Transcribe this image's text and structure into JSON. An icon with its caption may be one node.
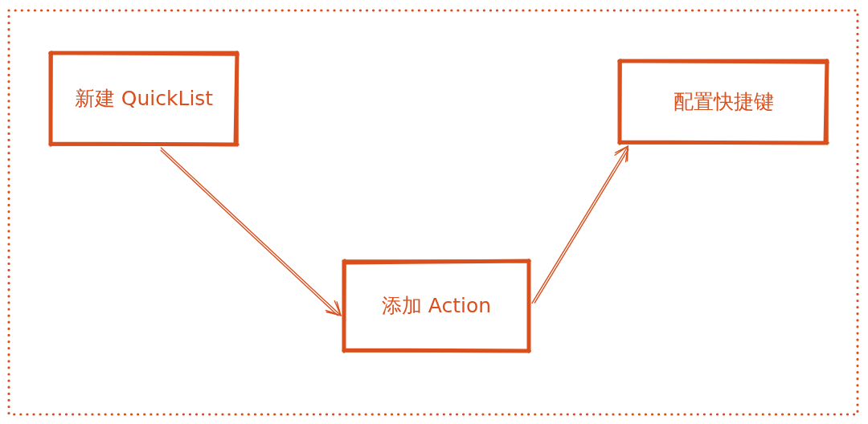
{
  "diagram": {
    "nodes": [
      {
        "text": [
          "新建 QuickList"
        ]
      },
      {
        "text": [
          "添加 Action"
        ]
      },
      {
        "text": [
          "配置快捷键"
        ]
      }
    ],
    "edges": [
      {
        "from": 0,
        "to": 1,
        "arrow": "to"
      },
      {
        "from": 1,
        "to": 2,
        "arrow": "to"
      }
    ]
  }
}
